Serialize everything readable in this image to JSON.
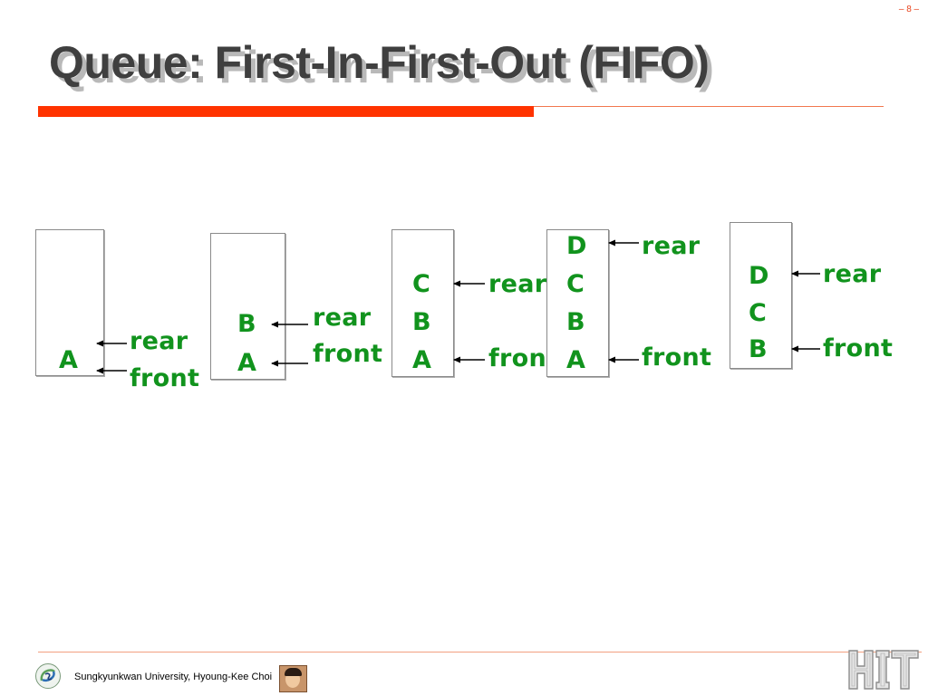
{
  "page_number": "– 8 –",
  "title": "Queue: First-In-First-Out (FIFO)",
  "queues": [
    {
      "cells": [
        "A"
      ],
      "rear_label": "rear",
      "front_label": "front"
    },
    {
      "cells": [
        "B",
        "A"
      ],
      "rear_label": "rear",
      "front_label": "front"
    },
    {
      "cells": [
        "C",
        "B",
        "A"
      ],
      "rear_label": "rear",
      "front_label": "front"
    },
    {
      "cells": [
        "D",
        "C",
        "B",
        "A"
      ],
      "rear_label": "rear",
      "front_label": "front"
    },
    {
      "cells": [
        "D",
        "C",
        "B"
      ],
      "rear_label": "rear",
      "front_label": "front"
    }
  ],
  "footer": {
    "text": "Sungkyunkwan University, Hyoung-Kee Choi",
    "logo_icon": "university-seal-icon",
    "avatar_icon": "author-photo",
    "right_logo_text": "HIT"
  },
  "colors": {
    "accent": "#ff3300",
    "diagram_text": "#11931d",
    "title_text": "#3f3f3f"
  }
}
